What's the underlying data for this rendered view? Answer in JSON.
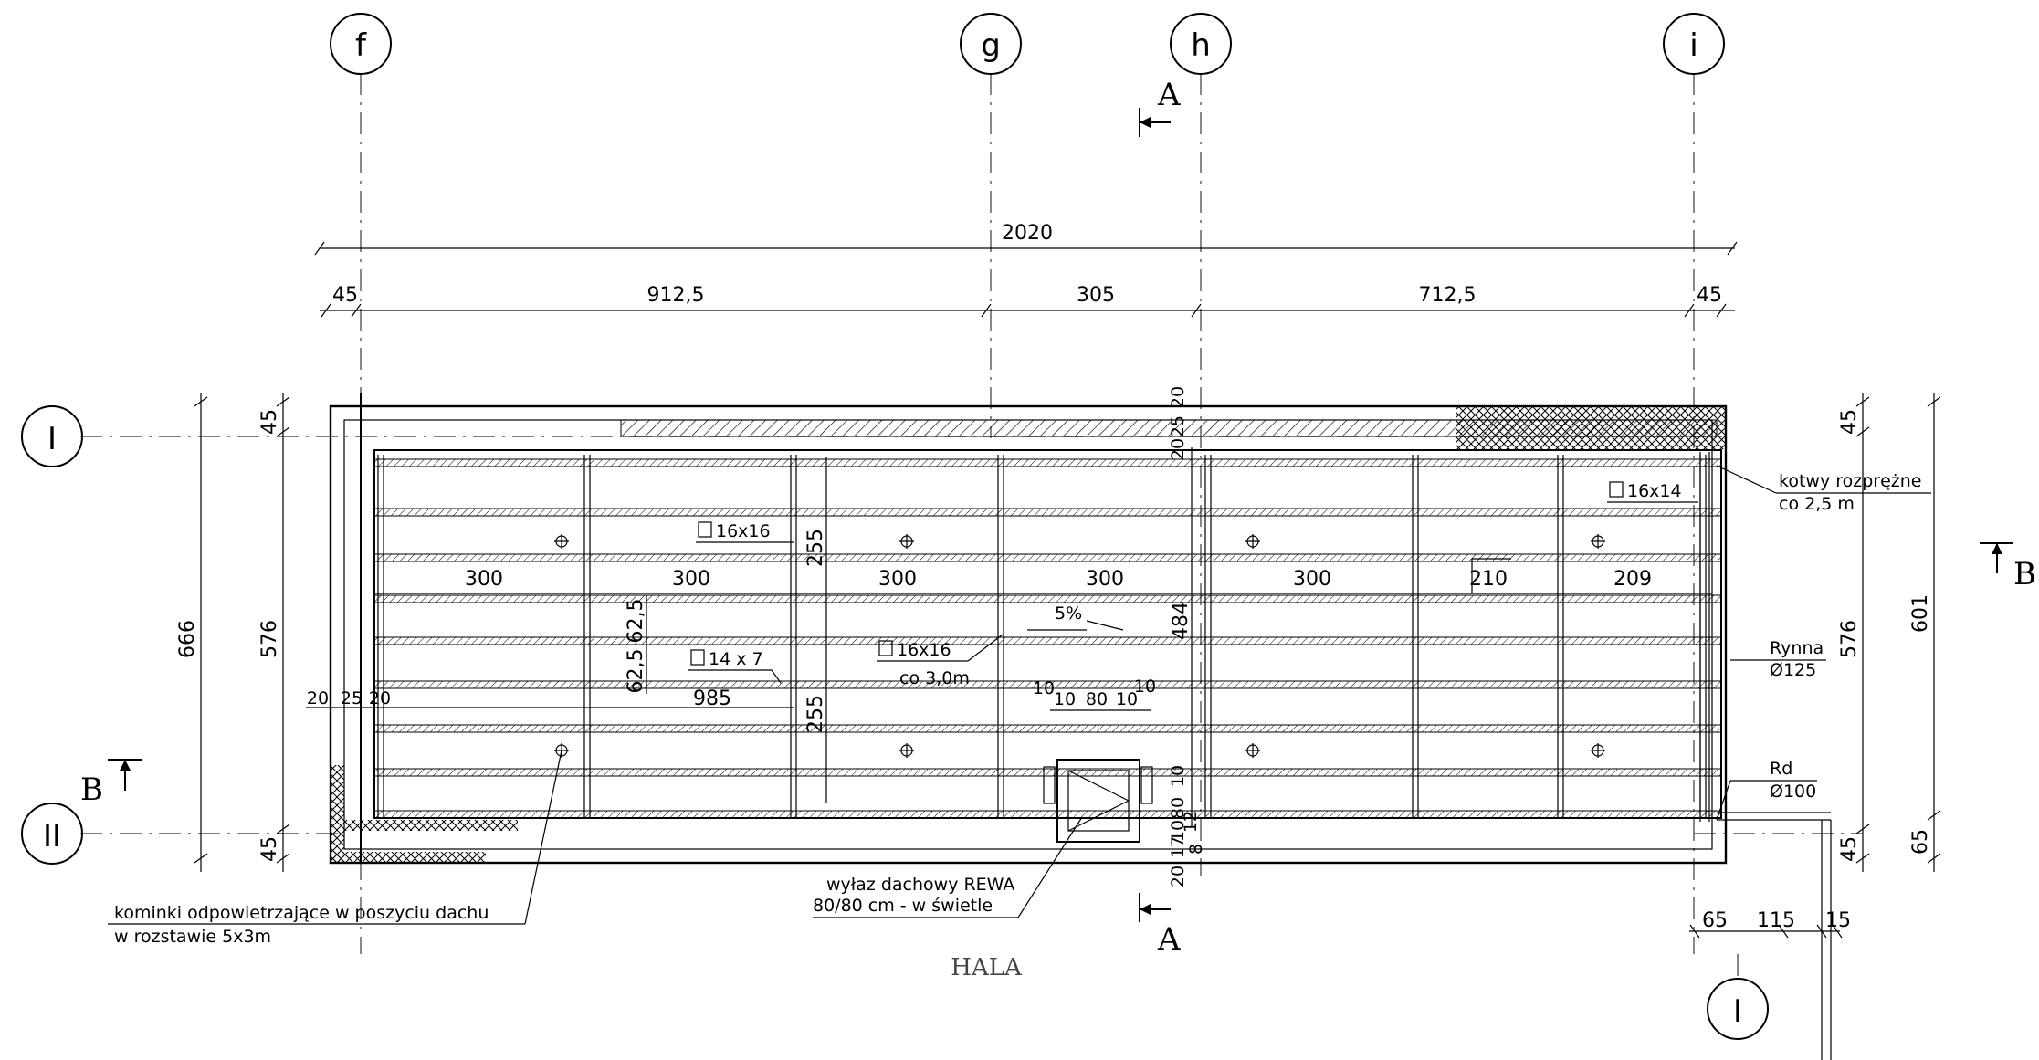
{
  "axes": {
    "vertical": [
      "f",
      "g",
      "h",
      "i"
    ],
    "horizontal": [
      "I",
      "II"
    ],
    "bottom_right": "I"
  },
  "sections": {
    "a_top": "A",
    "a_bottom": "A",
    "b_left": "B",
    "b_right": "B"
  },
  "dimensions": {
    "overall": "2020",
    "left_margin": "45",
    "f_to_g": "912,5",
    "g_to_h": "305",
    "h_to_i": "712,5",
    "right_margin": "45",
    "height_outer": "666",
    "height_inner_left": "576",
    "height_inner_right": "576",
    "height_right_outer": "601",
    "top_offset_left": "45",
    "bottom_offset_left": "45",
    "top_offset_right": "45",
    "bottom_offset_right": "45",
    "right_bottom_extra": "65",
    "purlin_spacings": [
      "300",
      "300",
      "300",
      "300",
      "300",
      "210",
      "209"
    ],
    "span_985": "985",
    "d_255_top": "255",
    "d_255_bottom": "255",
    "d_625_a": "62,5",
    "d_625_b": "62,5",
    "d_484": "484",
    "wall_left_20": "20",
    "wall_left_25": "25",
    "wall_left_20b": "20",
    "top_20": "20",
    "top_25": "25",
    "top_20b": "20",
    "hatch_10": "10",
    "hatch_10b": "10",
    "hatch_80": "80",
    "hatch_10c": "10",
    "hatch_10d": "10",
    "bottom_10": "10",
    "bottom_80": "80",
    "bottom_10b": "10",
    "bottom_12": "12",
    "bottom_20": "20",
    "bottom_17": "17",
    "bottom_8": "8",
    "br_65": "65",
    "br_115": "115",
    "br_15": "15"
  },
  "annotations": {
    "beam_16x16_a": "16x16",
    "beam_16x14": "16x14",
    "beam_14x7": "14 x 7",
    "beam_16x16_b": "16x16",
    "co_30": "co 3,0m",
    "slope": "5%",
    "kotwy_1": "kotwy rozprężne",
    "kotwy_2": "co 2,5 m",
    "rynna_1": "Rynna",
    "rynna_2": "Ø125",
    "rd_1": "Rd",
    "rd_2": "Ø100",
    "kominki_1": "kominki odpowietrzające w poszyciu dachu",
    "kominki_2": "w rozstawie 5x3m",
    "wylaz_1": "wyłaz dachowy REWA",
    "wylaz_2": "80/80 cm - w świetle",
    "hall": "HALA"
  }
}
